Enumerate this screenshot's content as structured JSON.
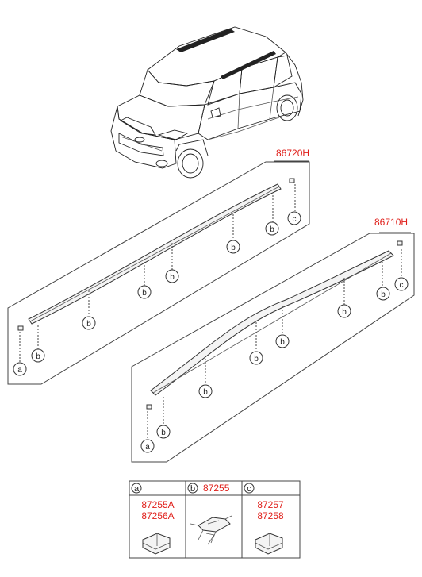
{
  "groups": [
    {
      "part_no": "86720H"
    },
    {
      "part_no": "86710H"
    }
  ],
  "callouts": {
    "a": "a",
    "b": "b",
    "c": "c"
  },
  "table": {
    "columns": [
      {
        "letter": "a",
        "header_part": "",
        "parts": [
          "87255A",
          "87256A"
        ]
      },
      {
        "letter": "b",
        "header_part": "87255",
        "parts": []
      },
      {
        "letter": "c",
        "header_part": "",
        "parts": [
          "87257",
          "87258"
        ]
      }
    ]
  },
  "colors": {
    "part_number": "#e0201b",
    "line_art": "#333333"
  }
}
